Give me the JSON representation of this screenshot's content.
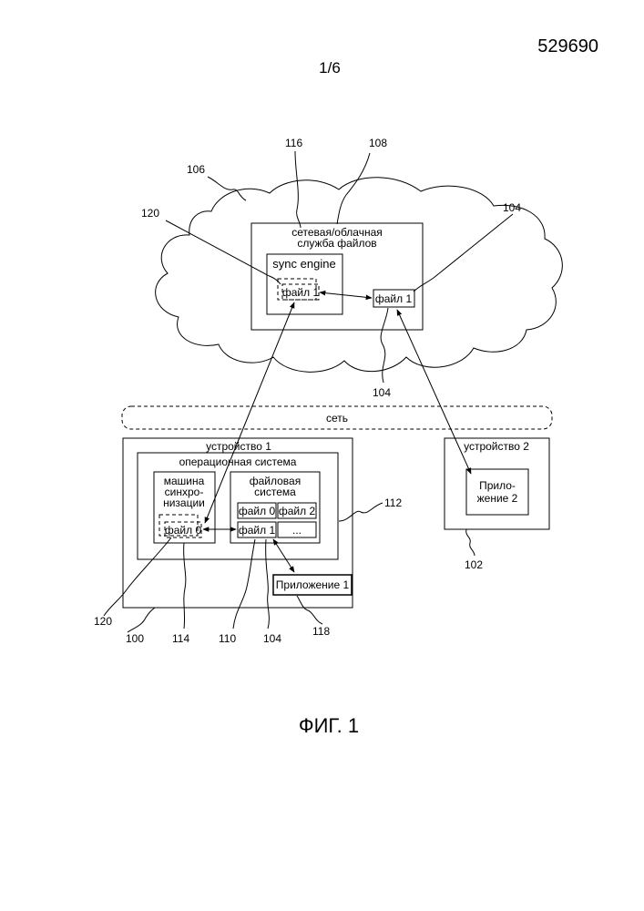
{
  "header": {
    "patent_number": "529690",
    "sheet": "1/6"
  },
  "figure_caption": "ФИГ. 1",
  "cloud": {
    "service_line1": "сетевая/облачная",
    "service_line2": "служба файлов",
    "sync_engine": "sync engine",
    "file1_sync": "файл 1",
    "file1_service": "файл 1"
  },
  "network_label": "сеть",
  "device1": {
    "title": "устройство 1",
    "os": "операционная система",
    "sync_machine_line1": "машина",
    "sync_machine_line2": "синхро-",
    "sync_machine_line3": "низации",
    "file0_sync": "файл 0",
    "fs_line1": "файловая",
    "fs_line2": "система",
    "fs_file0": "файл 0",
    "fs_file2": "файл 2",
    "fs_file1": "файл 1",
    "fs_more": "...",
    "app1": "Приложение 1"
  },
  "device2": {
    "title": "устройство 2",
    "app2_line1": "Прило-",
    "app2_line2": "жение 2"
  },
  "refs": {
    "r100": "100",
    "r102": "102",
    "r104_cloud_right": "104",
    "r104_cloud_below": "104",
    "r104_device": "104",
    "r106": "106",
    "r108": "108",
    "r110": "110",
    "r112": "112",
    "r114": "114",
    "r116": "116",
    "r118": "118",
    "r120_cloud": "120",
    "r120_device": "120"
  }
}
